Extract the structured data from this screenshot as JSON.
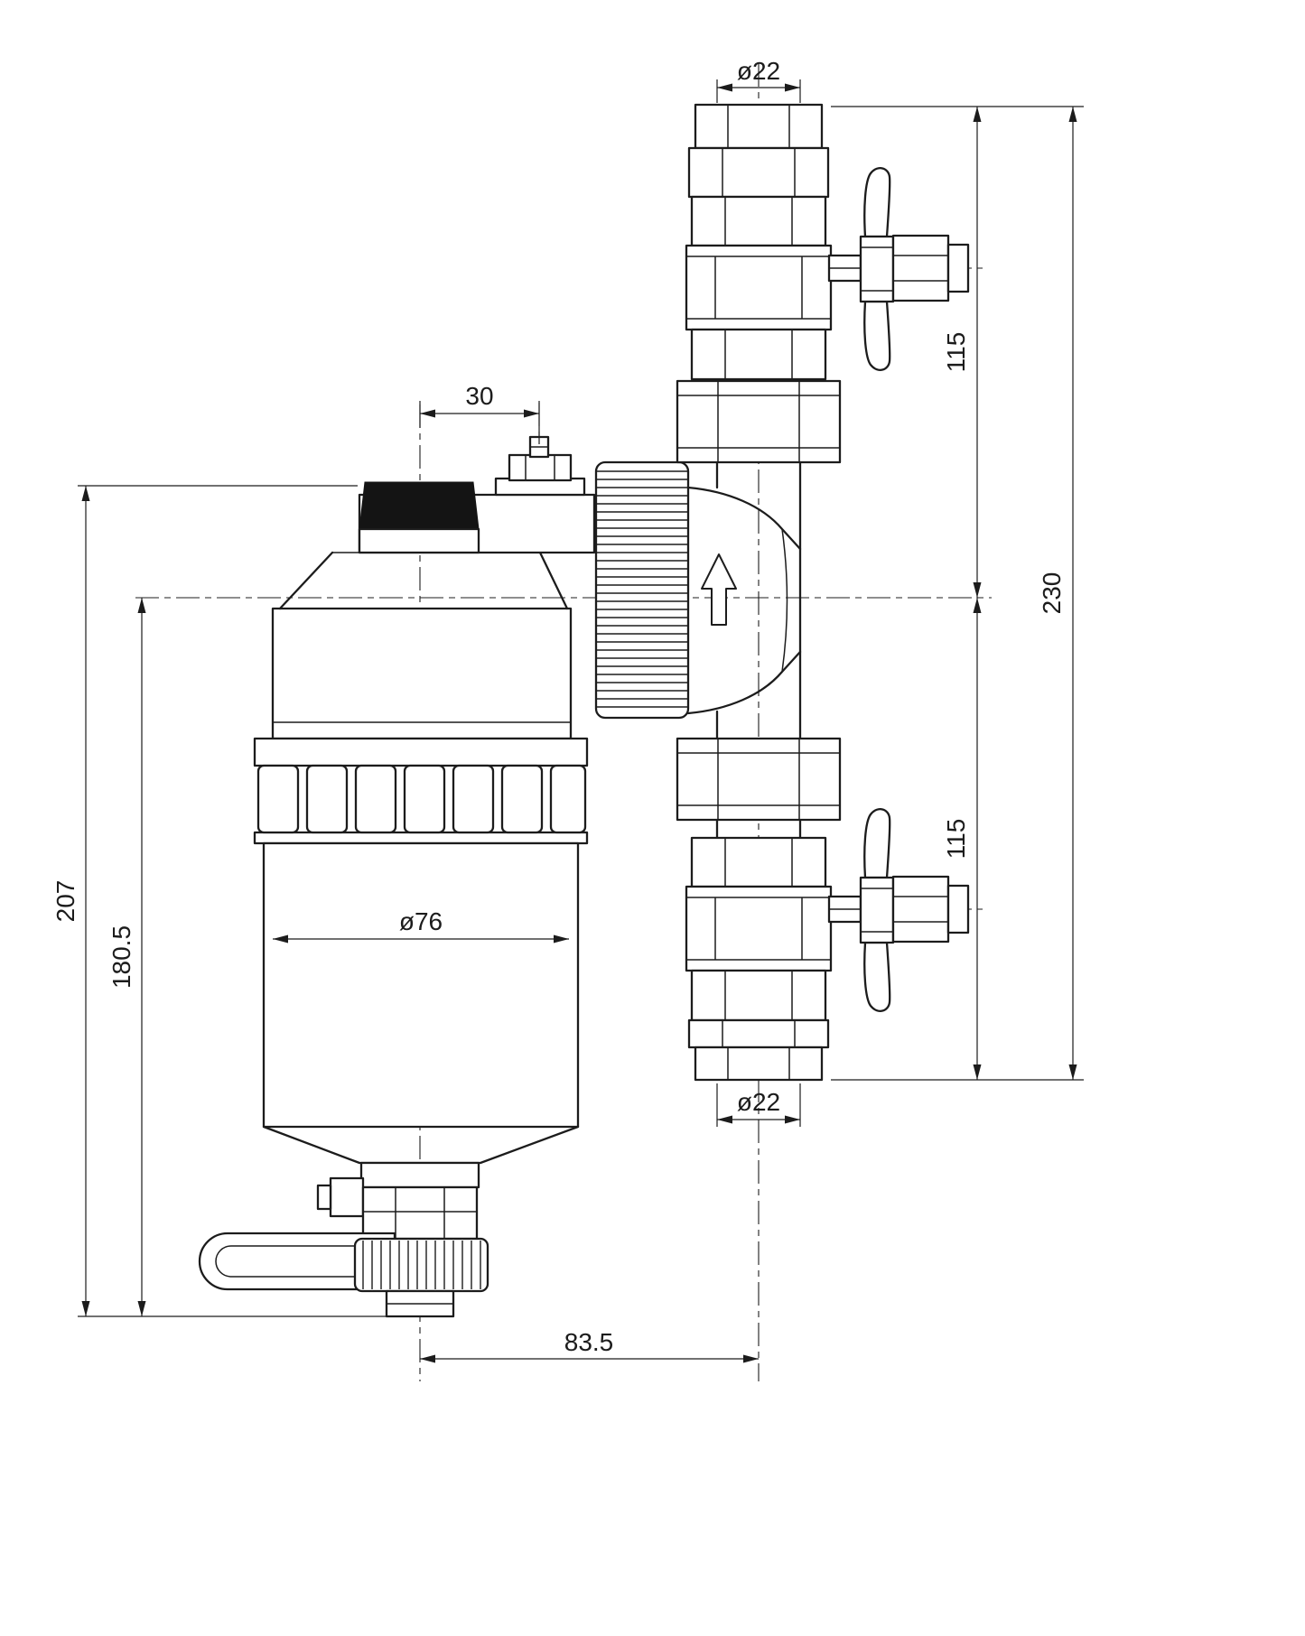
{
  "drawing": {
    "background": "#ffffff",
    "line_color": "#1c1c1c",
    "dimensions": {
      "pipe_dia_top": "ø22",
      "upper_valve_length": "115",
      "overall_right_height": "230",
      "lower_valve_length": "115",
      "pipe_dia_bottom": "ø22",
      "vent_offset": "30",
      "filter_overall_height": "207",
      "centerline_to_drain": "180.5",
      "vessel_dia": "ø76",
      "filter_to_pipe_offset": "83.5"
    }
  }
}
